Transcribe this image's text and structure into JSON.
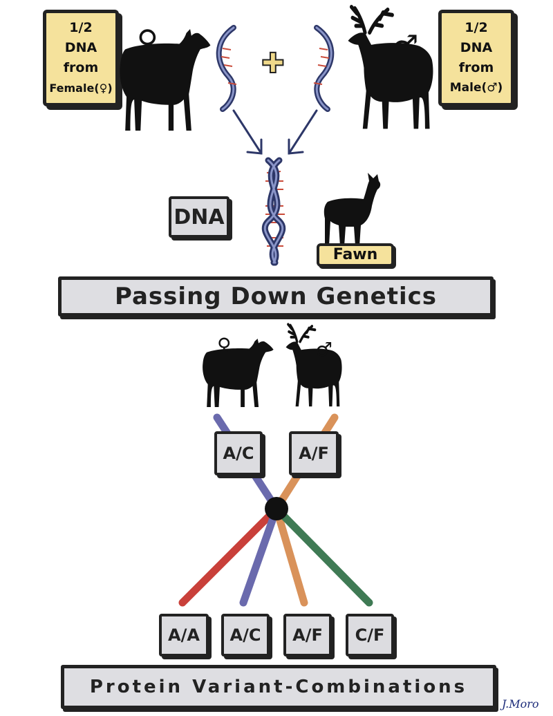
{
  "female_box": {
    "line1": "1/2",
    "line2": "DNA",
    "line3": "from",
    "line4": "Female(♀)"
  },
  "male_box": {
    "line1": "1/2",
    "line2": "DNA",
    "line3": "from",
    "line4": "Male(♂)"
  },
  "female_symbol": "♀",
  "male_symbol": "♂",
  "plus_symbol": "✚",
  "dna_label": "DNA",
  "fawn_label": "Fawn",
  "banner_title": "Passing Down Genetics",
  "parent_alleles": {
    "female": "A/C",
    "male": "A/F"
  },
  "combinations": [
    "A/A",
    "A/C",
    "A/F",
    "C/F"
  ],
  "bottom_title": "Protein Variant-Combinations",
  "signature": "J.Moro",
  "colors": {
    "yellow": "#f5e29c",
    "grey": "#dcdce0",
    "red": "#c9403a",
    "blue": "#6a6aad",
    "orange": "#d9925a",
    "green": "#3f7a54",
    "dna_dark": "#2d3768"
  }
}
